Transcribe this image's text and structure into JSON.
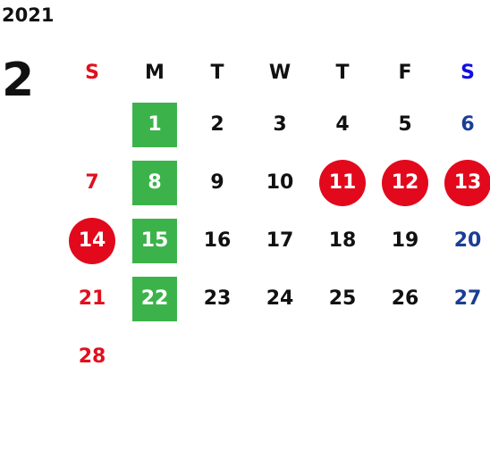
{
  "calendar": {
    "year": "2021",
    "month": "2",
    "weekdays": [
      "S",
      "M",
      "T",
      "W",
      "T",
      "F",
      "S"
    ],
    "weeks": [
      [
        "",
        "1",
        "2",
        "3",
        "4",
        "5",
        "6"
      ],
      [
        "7",
        "8",
        "9",
        "10",
        "11",
        "12",
        "13"
      ],
      [
        "14",
        "15",
        "16",
        "17",
        "18",
        "19",
        "20"
      ],
      [
        "21",
        "22",
        "23",
        "24",
        "25",
        "26",
        "27"
      ],
      [
        "28",
        "",
        "",
        "",
        "",
        "",
        ""
      ]
    ],
    "highlighted_green_days": [
      "1",
      "8",
      "15",
      "22"
    ],
    "highlighted_red_days": [
      "11",
      "12",
      "13",
      "14"
    ]
  },
  "colors": {
    "sunday": "#e0101e",
    "saturday": "#1a3e96",
    "green_highlight": "#3cb34a",
    "red_highlight": "#e2091d"
  }
}
